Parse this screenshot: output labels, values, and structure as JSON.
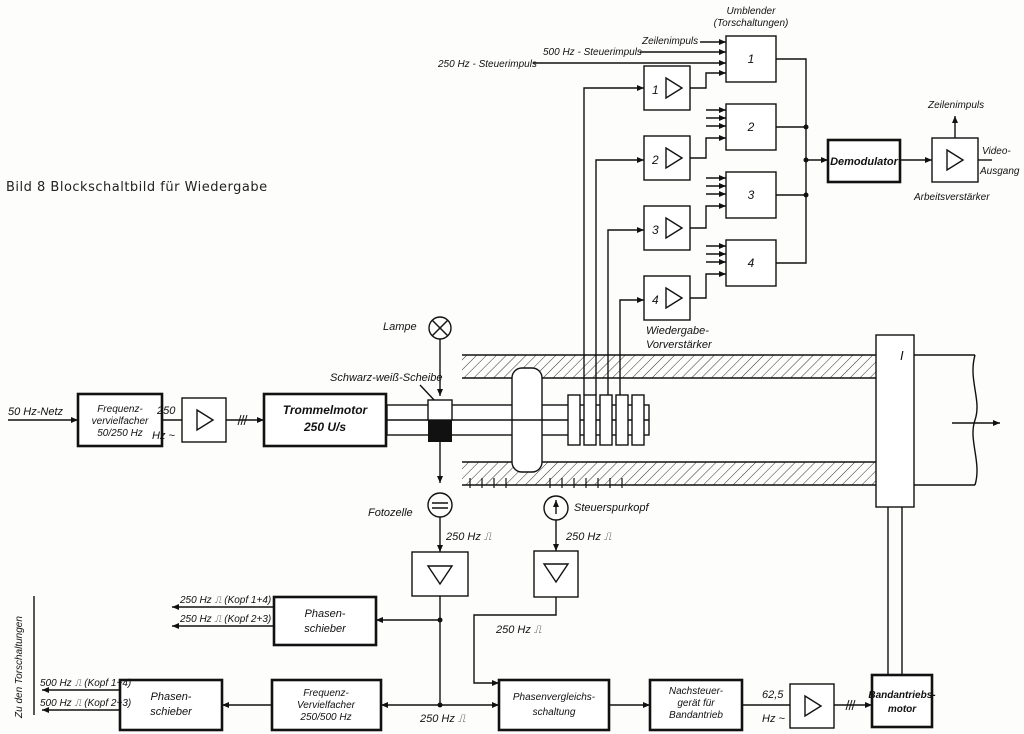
{
  "caption": "Bild 8  Blockschaltbild für Wiedergabe",
  "labels": {
    "netz": "50 Hz-Netz",
    "freq1_a": "Frequenz-",
    "freq1_b": "vervielfacher",
    "freq1_c": "50/250 Hz",
    "hz250_a": "250",
    "hz250_b": "Hz ~",
    "trommel_a": "Trommelmotor",
    "trommel_b": "250 U/s",
    "lampe": "Lampe",
    "scheibe": "Schwarz-weiß-Scheibe",
    "fotozelle": "Fotozelle",
    "f250_foto": "250 Hz ⎍",
    "steuerspurkopf": "Steuerspurkopf",
    "f250_steuer": "250 Hz ⎍",
    "f250_phasen": "250 Hz ⎍",
    "f250_bottom": "250 Hz ⎍",
    "kopf14": "250 Hz ⎍ (Kopf 1+4)",
    "kopf23": "250 Hz ⎍ (Kopf 2+3)",
    "phasen1_a": "Phasen-",
    "phasen1_b": "schieber",
    "zu_den": "Zu den Torschaltungen",
    "k500_14": "500 Hz ⎍ (Kopf 1+4)",
    "k500_23": "500 Hz ⎍ (Kopf 2+3)",
    "phasen2_a": "Phasen-",
    "phasen2_b": "schieber",
    "freq2_a": "Frequenz-",
    "freq2_b": "Vervielfacher",
    "freq2_c": "250/500 Hz",
    "pv_a": "Phasenvergleichs-",
    "pv_b": "schaltung",
    "ns_a": "Nachsteuer-",
    "ns_b": "gerät für",
    "ns_c": "Bandantrieb",
    "hz625_a": "62,5",
    "hz625_b": "Hz ~",
    "bandmotor_a": "Bandantriebs-",
    "bandmotor_b": "motor",
    "roman1": "I",
    "umblender_a": "Umblender",
    "umblender_b": "(Torschaltungen)",
    "zeilenimpuls_in": "Zeilenimpuls",
    "s500": "500 Hz - Steuerimpuls",
    "s250": "250 Hz - Steuerimpuls",
    "gate1": "1",
    "gate2": "2",
    "gate3": "3",
    "gate4": "4",
    "pre1": "1",
    "pre2": "2",
    "pre3": "3",
    "pre4": "4",
    "wv_a": "Wiedergabe-",
    "wv_b": "Vorverstärker",
    "demod": "Demodulator",
    "zeilenimpuls_out": "Zeilenimpuls",
    "video_a": "Video-",
    "video_b": "Ausgang",
    "arbeits": "Arbeitsverstärker"
  }
}
